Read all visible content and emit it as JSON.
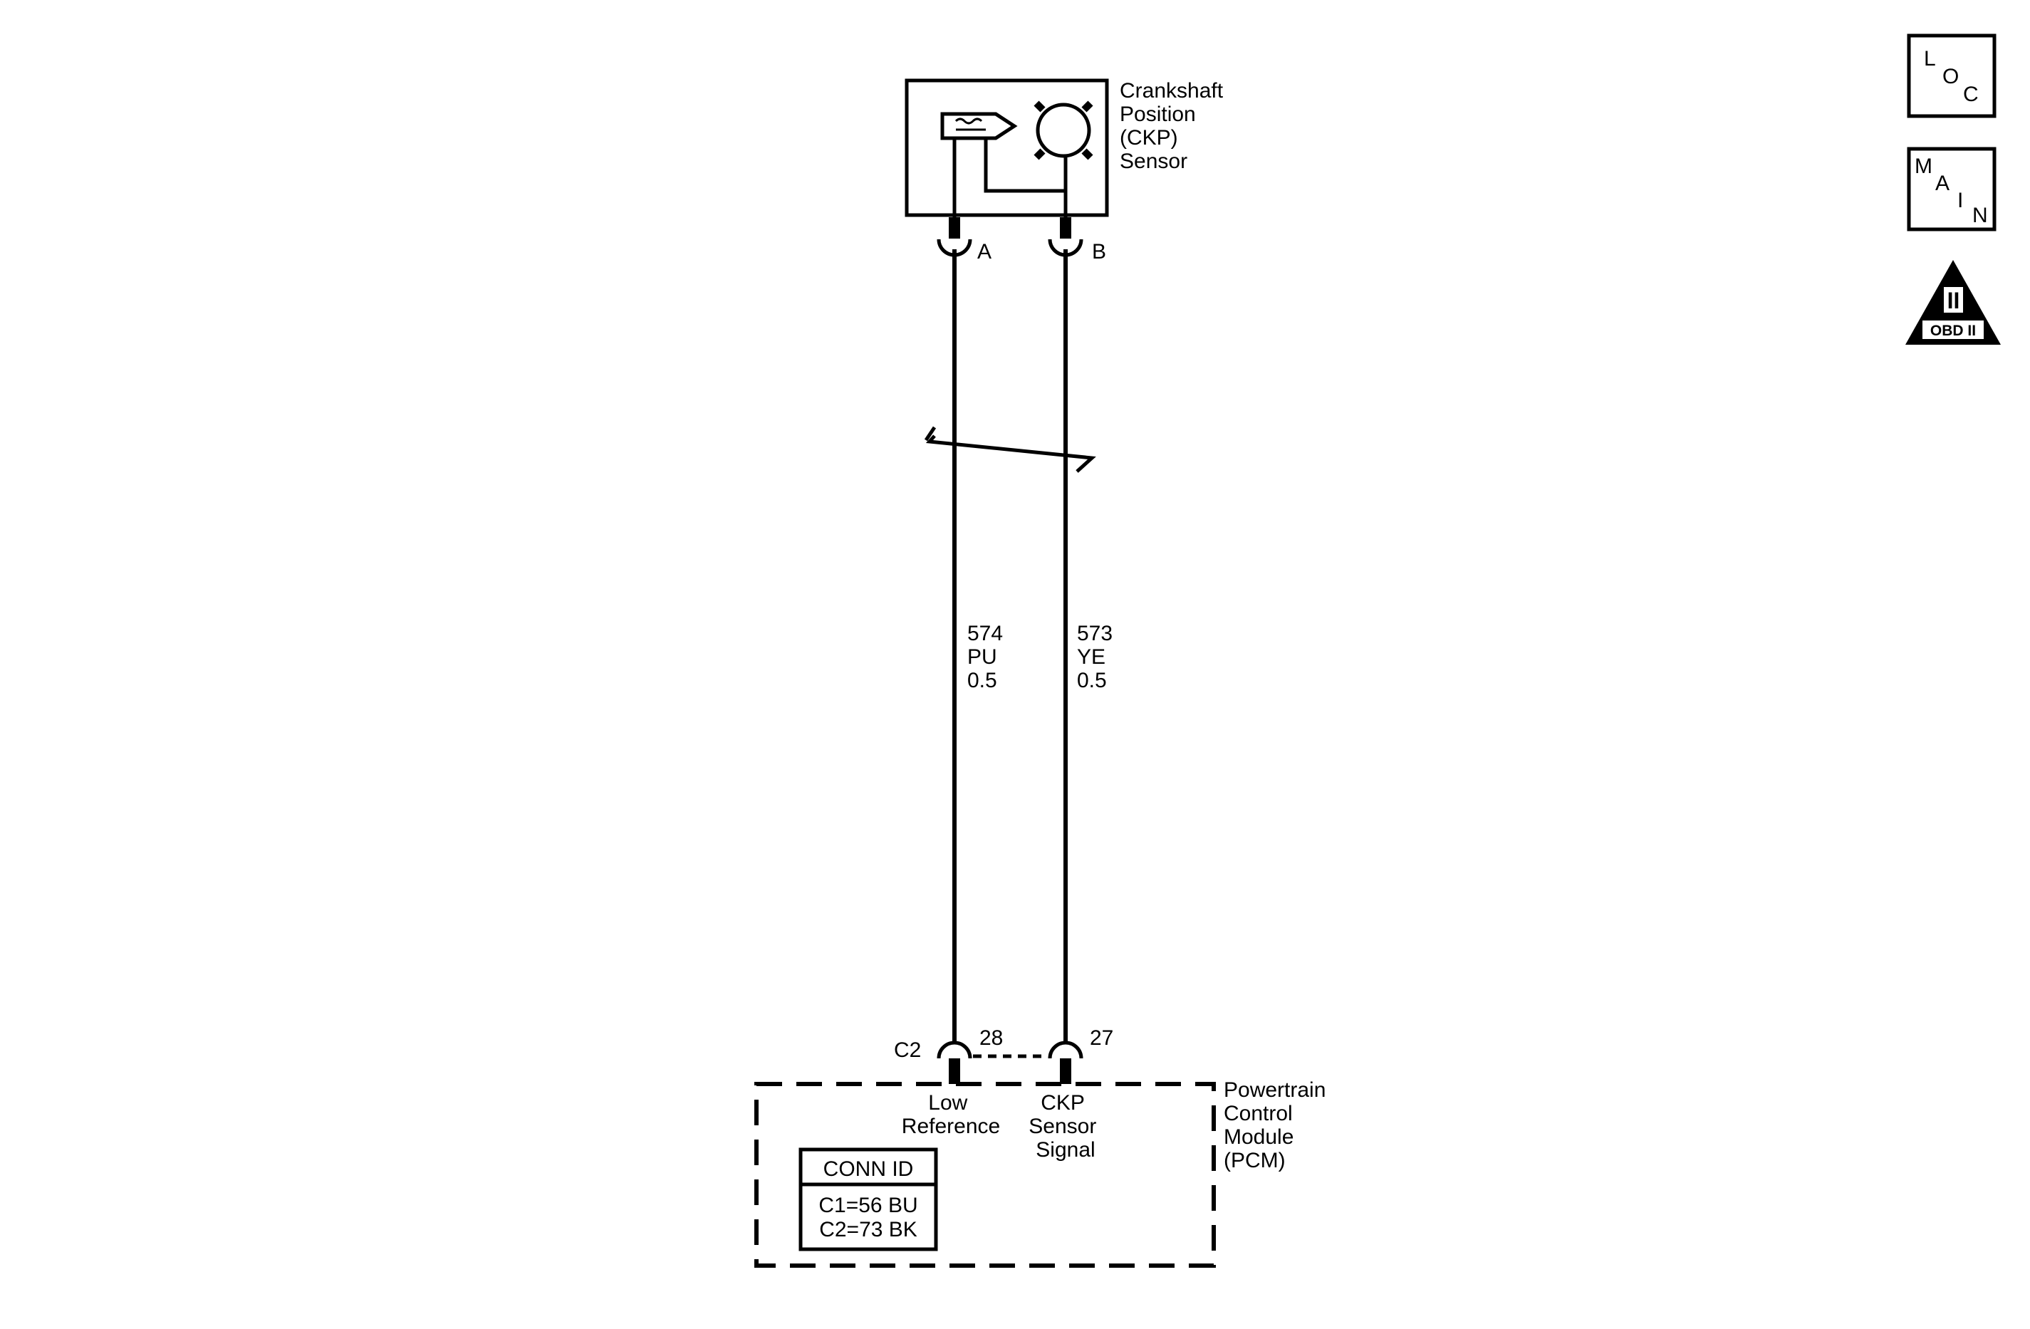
{
  "sensor": {
    "name_lines": [
      "Crankshaft",
      "Position",
      "(CKP)",
      "Sensor"
    ],
    "pin_a": "A",
    "pin_b": "B"
  },
  "wires": [
    {
      "circuit": "574",
      "color": "PU",
      "gauge": "0.5"
    },
    {
      "circuit": "573",
      "color": "YE",
      "gauge": "0.5"
    }
  ],
  "pcm": {
    "name_lines": [
      "Powertrain",
      "Control",
      "Module",
      "(PCM)"
    ],
    "connector": "C2",
    "pin_low": "28",
    "pin_signal": "27",
    "low_label_lines": [
      "Low",
      "Reference"
    ],
    "signal_label_lines": [
      "CKP",
      "Sensor",
      "Signal"
    ],
    "conn_id": {
      "title": "CONN ID",
      "rows": [
        "C1=56 BU",
        "C2=73 BK"
      ]
    }
  },
  "badges": {
    "loc": [
      "L",
      "O",
      "C"
    ],
    "main": [
      "M",
      "A",
      "I",
      "N"
    ],
    "obd_numeral": "II",
    "obd_text": "OBD II"
  }
}
